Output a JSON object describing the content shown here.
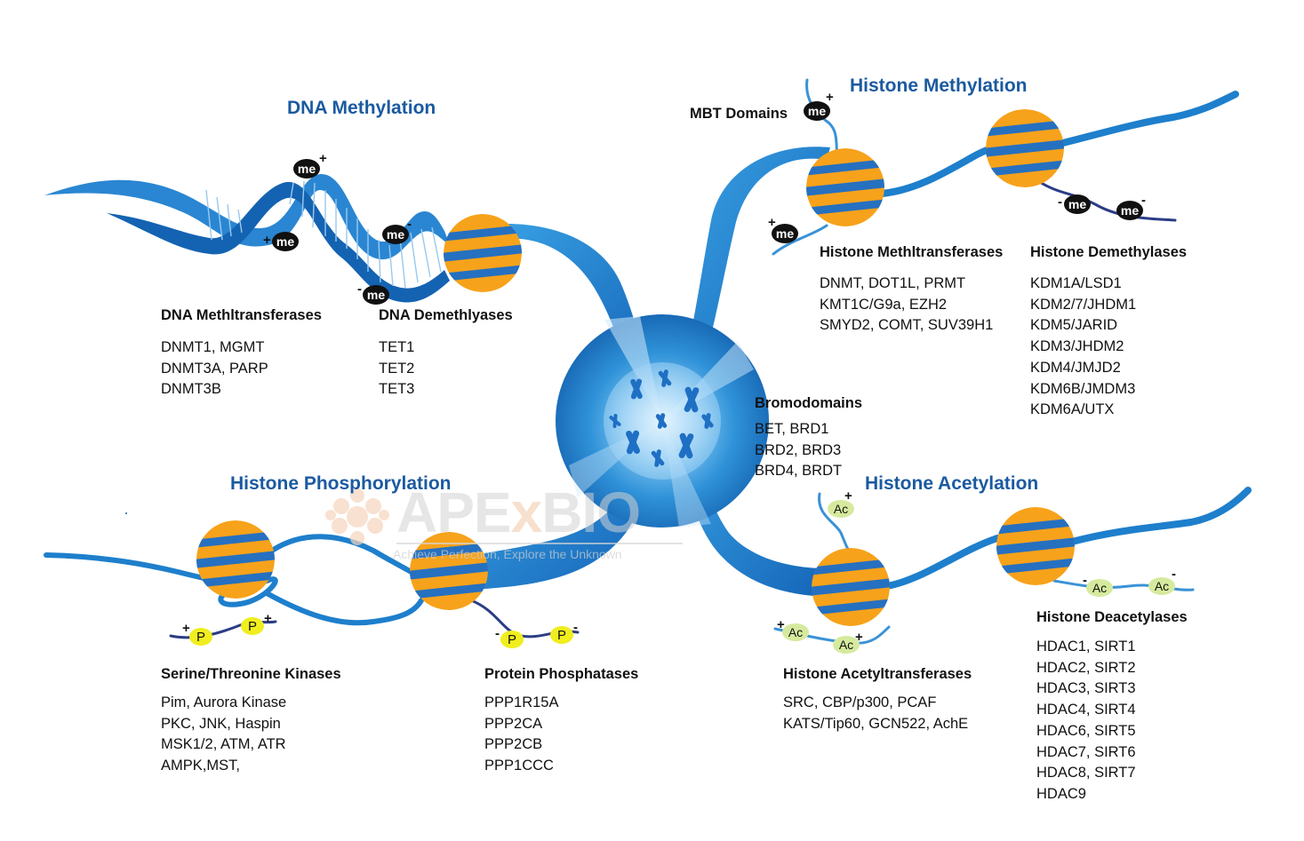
{
  "colors": {
    "title_blue": "#1b5aa0",
    "strand_blue": "#1e7fcc",
    "nucleosome_orange": "#f7a21b",
    "nucleosome_stripe": "#2670c0",
    "phospho_yellow": "#f0ee1e",
    "acetyl_green": "#d6ea9e"
  },
  "sections": {
    "dna_methylation": {
      "title": "DNA Methylation",
      "writers": {
        "heading": "DNA Methltransferases",
        "items": [
          "DNMT1, MGMT",
          "DNMT3A, PARP",
          "DNMT3B"
        ]
      },
      "erasers": {
        "heading": "DNA Demethlyases",
        "items": [
          "TET1",
          "TET2",
          "TET3"
        ]
      }
    },
    "histone_methylation": {
      "title": "Histone Methylation",
      "reader_label": "MBT Domains",
      "writers": {
        "heading": "Histone Methltransferases",
        "items": [
          "DNMT, DOT1L, PRMT",
          "KMT1C/G9a, EZH2",
          "SMYD2, COMT, SUV39H1"
        ]
      },
      "erasers": {
        "heading": "Histone Demethylases",
        "items": [
          "KDM1A/LSD1",
          "KDM2/7/JHDM1",
          "KDM5/JARID",
          "KDM3/JHDM2",
          "KDM4/JMJD2",
          "KDM6B/JMDM3",
          "KDM6A/UTX"
        ]
      }
    },
    "bromodomains": {
      "heading": "Bromodomains",
      "items": [
        "BET, BRD1",
        "BRD2, BRD3",
        "BRD4, BRDT"
      ]
    },
    "histone_phosphorylation": {
      "title": "Histone Phosphorylation",
      "writers": {
        "heading": "Serine/Threonine Kinases",
        "items": [
          "Pim, Aurora Kinase",
          "PKC, JNK, Haspin",
          "MSK1/2, ATM, ATR",
          "AMPK,MST,"
        ]
      },
      "erasers": {
        "heading": "Protein Phosphatases",
        "items": [
          "PPP1R15A",
          "PPP2CA",
          "PPP2CB",
          "PPP1CCC"
        ]
      }
    },
    "histone_acetylation": {
      "title": "Histone Acetylation",
      "writers": {
        "heading": "Histone Acetyltransferases",
        "items": [
          "SRC, CBP/p300, PCAF",
          "KATS/Tip60, GCN522, AchE"
        ]
      },
      "erasers": {
        "heading": "Histone Deacetylases",
        "items": [
          "HDAC1, SIRT1",
          "HDAC2, SIRT2",
          "HDAC3, SIRT3",
          "HDAC4, SIRT4",
          "HDAC6, SIRT5",
          "HDAC7, SIRT6",
          "HDAC8, SIRT7",
          "HDAC9"
        ]
      }
    }
  },
  "marks": {
    "methyl": "me",
    "phospho": "P",
    "acetyl": "Ac",
    "plus": "+",
    "minus": "-"
  },
  "watermark": {
    "brand_a": "APE",
    "brand_x": "x",
    "brand_b": "BIO",
    "slogan": "Achieve Perfection, Explore the Unknown"
  }
}
